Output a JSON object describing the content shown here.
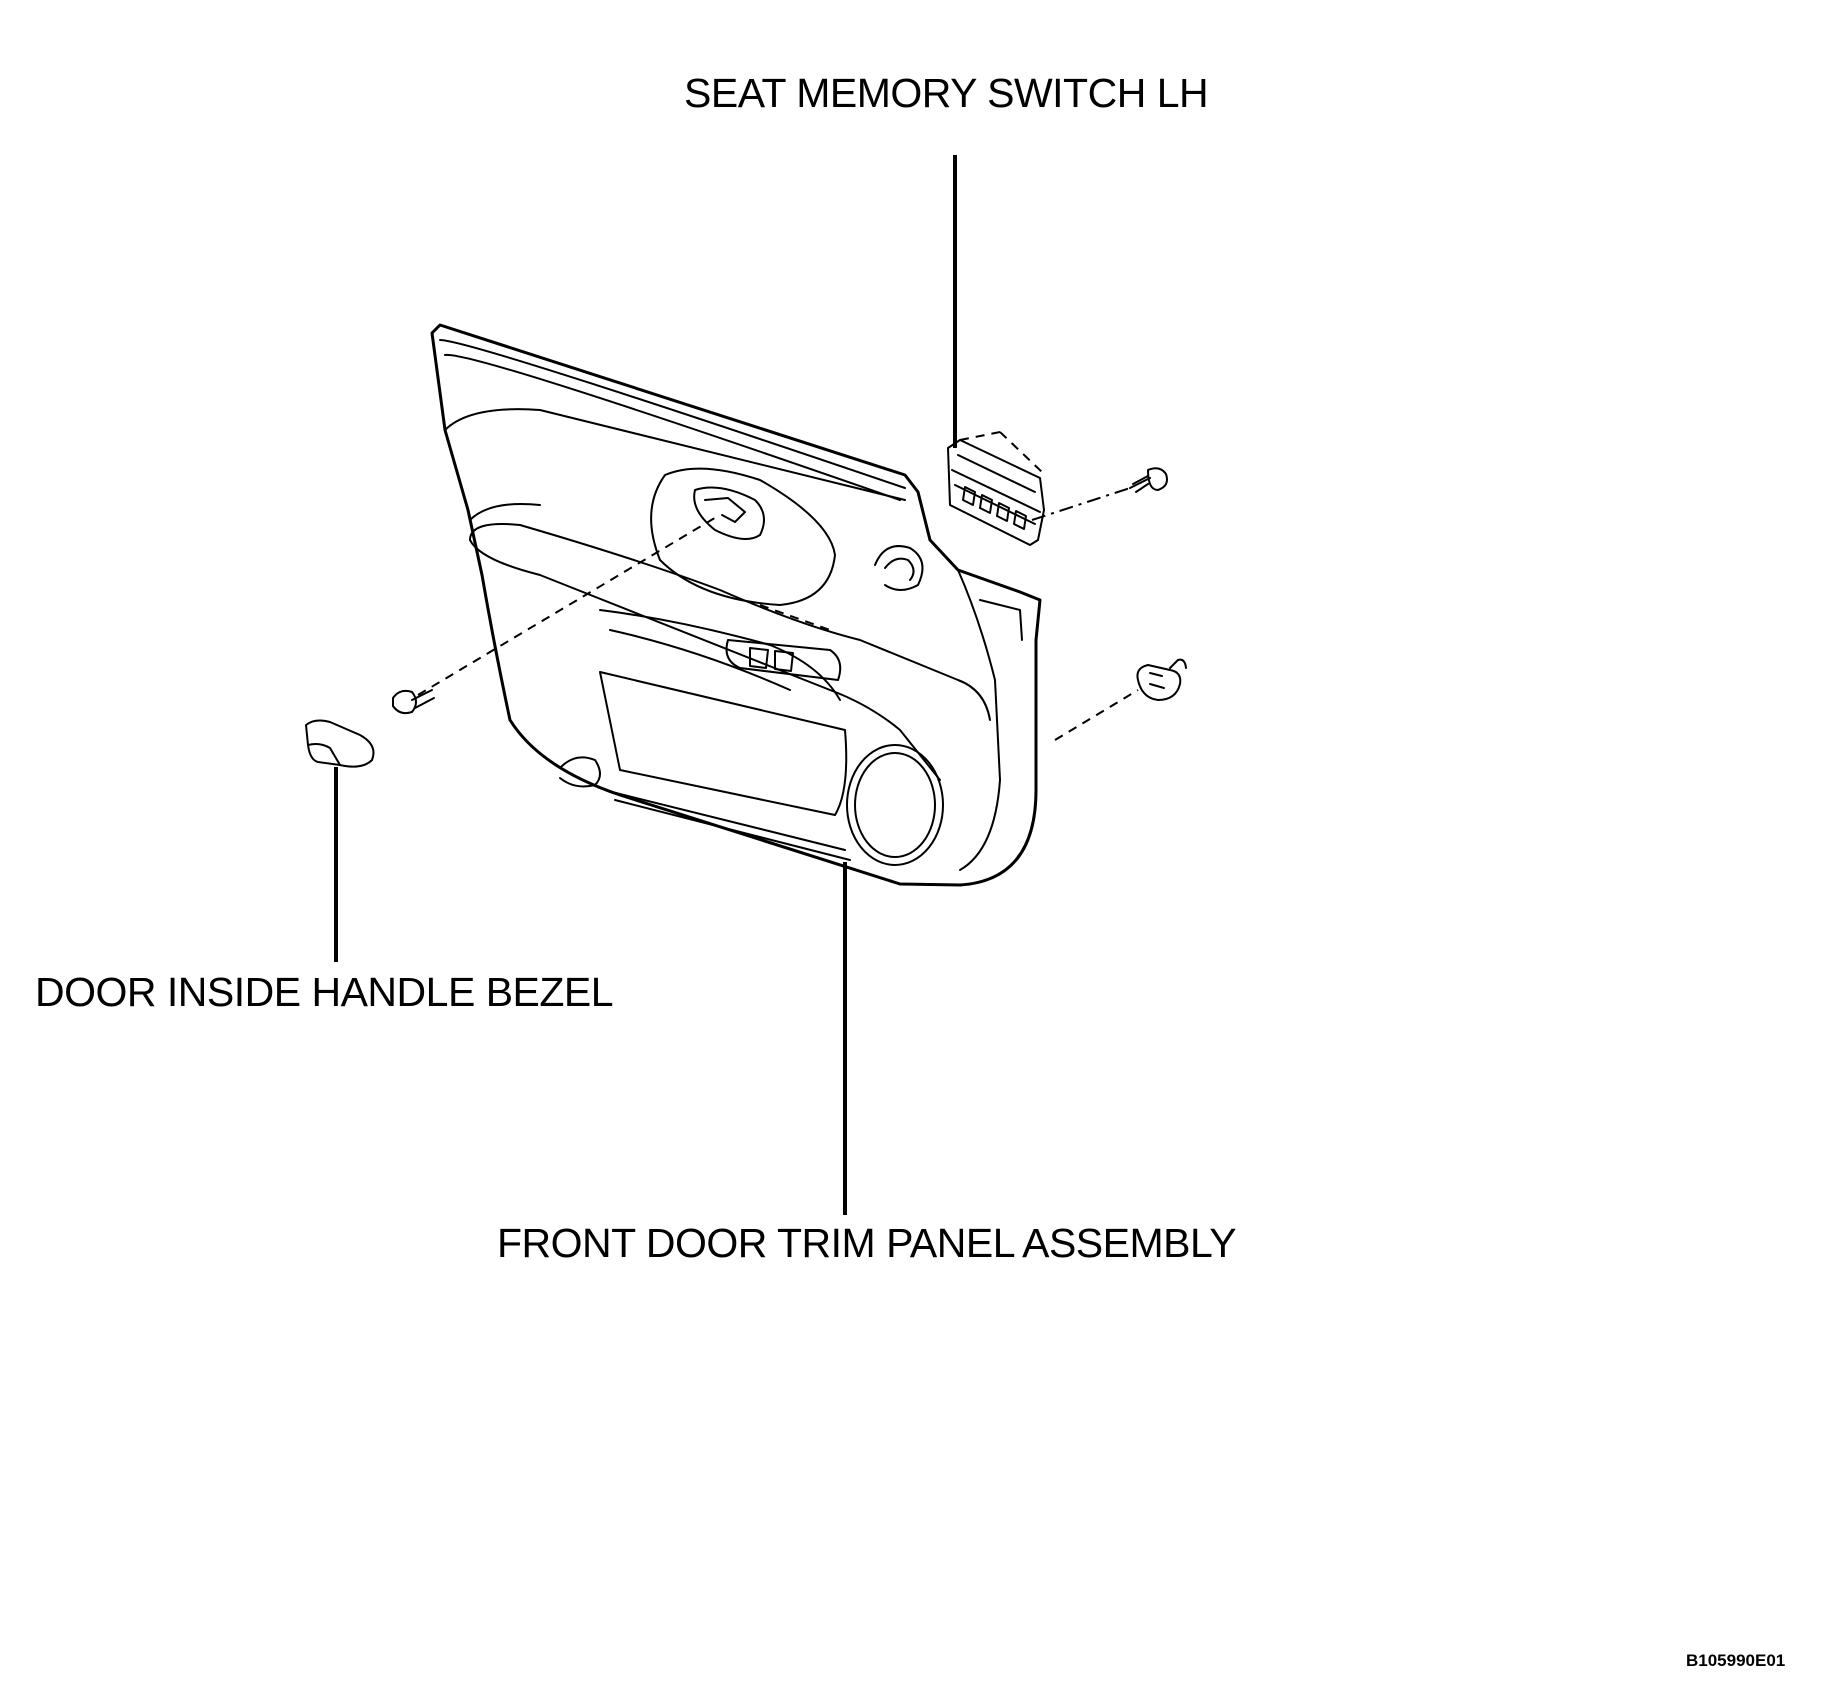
{
  "labels": {
    "seat_memory_switch": "SEAT MEMORY SWITCH LH",
    "door_inside_handle_bezel": "DOOR INSIDE HANDLE BEZEL",
    "front_door_trim_panel": "FRONT DOOR TRIM PANEL ASSEMBLY"
  },
  "figure_code": "B105990E01",
  "colors": {
    "line": "#000000",
    "background": "#ffffff"
  }
}
